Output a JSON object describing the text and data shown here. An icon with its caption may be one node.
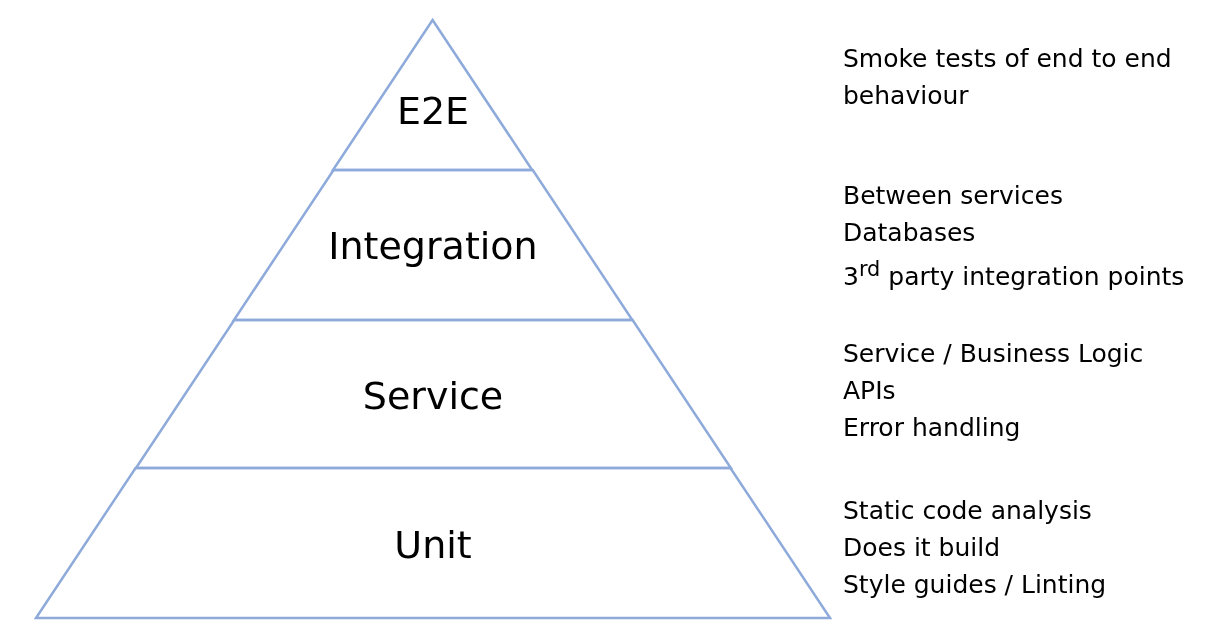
{
  "diagram": {
    "nodes": [
      {
        "text": [
          "E2E"
        ]
      },
      {
        "text": [
          "Integration"
        ],
        "beside": [
          "Between services",
          "Databases",
          "3$^{rd}$ party integration points"
        ]
      },
      {
        "text": [
          "Service"
        ],
        "beside": [
          "Service / Business Logic",
          "APIs",
          "Error handling"
        ]
      },
      {
        "text": [
          "Unit"
        ],
        "beside": [
          "Static code analysis",
          "Does it build",
          "Style guides / Linting"
        ]
      }
    ],
    "edges": [],
    "labels": [
      "Smoke tests of end to end behaviour"
    ]
  }
}
